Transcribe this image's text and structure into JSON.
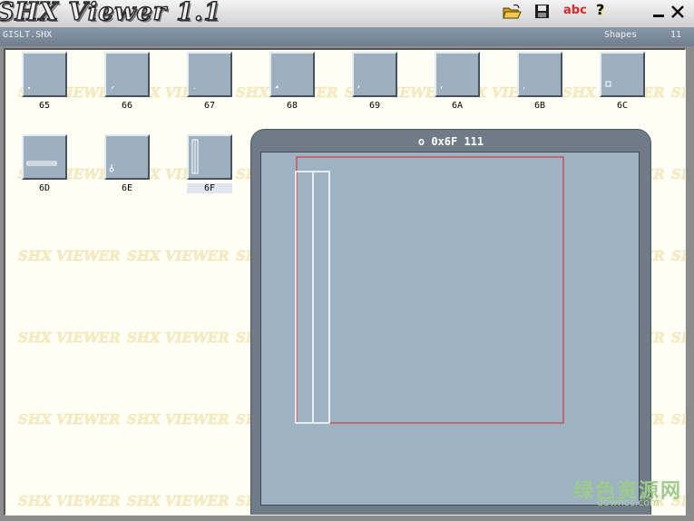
{
  "app": {
    "title": "SHX Viewer 1.1"
  },
  "toolbar": {
    "abc_label": "abc",
    "help_label": "?"
  },
  "info": {
    "filename": "GISLT.SHX",
    "shapes_label": "Shapes",
    "shapes_count": "11"
  },
  "watermark_text": "SHX VIEWER",
  "shapes": [
    {
      "code": "65"
    },
    {
      "code": "66"
    },
    {
      "code": "67"
    },
    {
      "code": "68"
    },
    {
      "code": "69"
    },
    {
      "code": "6A"
    },
    {
      "code": "6B"
    },
    {
      "code": "6C"
    },
    {
      "code": "6D"
    },
    {
      "code": "6E"
    },
    {
      "code": "6F",
      "selected": true
    }
  ],
  "preview": {
    "title": "o 0x6F 111"
  },
  "site_watermark": {
    "logo": "绿色资源网",
    "url": "downcc.com"
  },
  "colors": {
    "thumb": "#9eb0c0",
    "canvas": "#9db3c2",
    "bound_box": "#e0202a",
    "glyph": "#ffffff"
  },
  "icons": [
    "open-folder-icon",
    "save-disk-icon",
    "minimize-icon",
    "close-icon"
  ]
}
